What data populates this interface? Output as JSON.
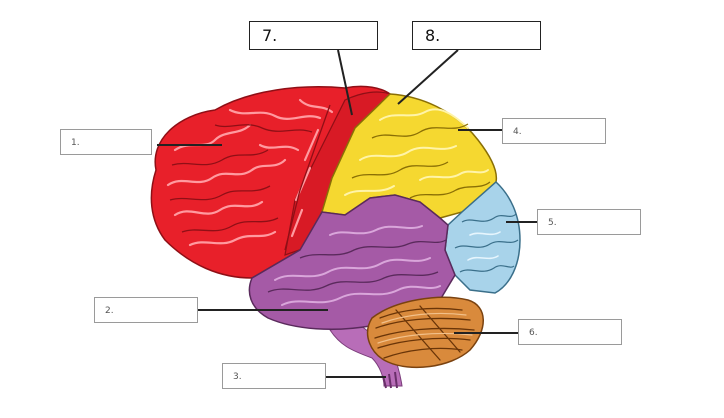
{
  "diagram": {
    "labels": [
      "1.",
      "2.",
      "3.",
      "4.",
      "5.",
      "6.",
      "7.",
      "8."
    ]
  },
  "colors": {
    "frontal_lobe": "#e8202a",
    "motor_strip": "#d61c28",
    "parietal_lobe": "#f5d830",
    "temporal_lobe": "#a55aa6",
    "occipital_lobe": "#a8d3ea",
    "cerebellum": "#d98a3c",
    "brain_stem": "#b86db8",
    "leader_line": "#222222"
  }
}
